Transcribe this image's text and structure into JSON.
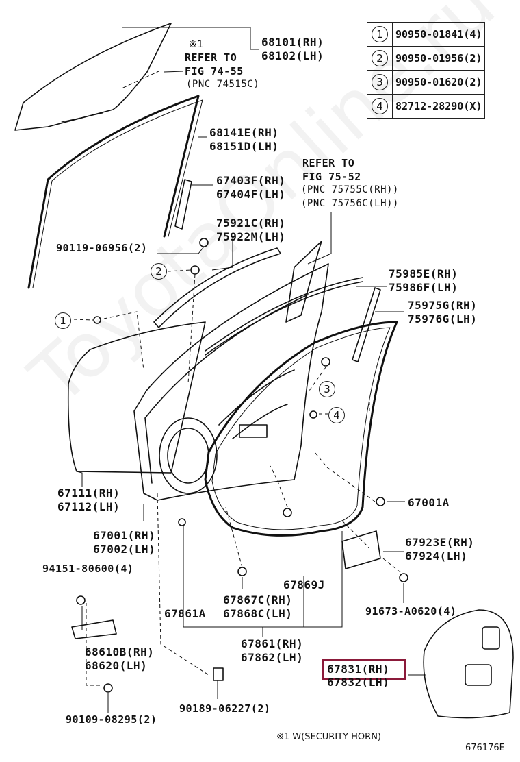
{
  "watermark": "ToyotaOnline.ru",
  "callouts": {
    "glass_rh": "68101(RH)",
    "glass_lh": "68102(LH)",
    "note_mark": "※1",
    "refer1_a": "REFER TO",
    "refer1_b": "FIG 74-55",
    "refer1_c": "(PNC 74515C)",
    "run_rh": "68141E(RH)",
    "run_lh": "68151D(LH)",
    "refer2_a": "REFER TO",
    "refer2_b": "FIG 75-52",
    "refer2_c": "(PNC 75755C(RH))",
    "refer2_d": "(PNC 75756C(LH))",
    "sash_rh": "67403F(RH)",
    "sash_lh": "67404F(LH)",
    "mould_rh": "75921C(RH)",
    "mould_lh": "75922M(LH)",
    "screw": "90119-06956(2)",
    "belt_rh": "75985E(RH)",
    "belt_lh": "75986F(LH)",
    "belt2_rh": "75975G(RH)",
    "belt2_lh": "75976G(LH)",
    "panel_rh": "67111(RH)",
    "panel_lh": "67112(LH)",
    "door_rh": "67001(RH)",
    "door_lh": "67002(LH)",
    "plug": "67001A",
    "hinge_rh": "67923E(RH)",
    "hinge_lh": "67924(LH)",
    "bolt1": "94151-80600(4)",
    "clip": "67869J",
    "wst_rh": "67867C(RH)",
    "wst_lh": "67868C(LH)",
    "seal": "67861A",
    "ws_rh": "67861(RH)",
    "ws_lh": "67862(LH)",
    "check_rh": "68610B(RH)",
    "check_lh": "68620(LH)",
    "bolt2": "91673-A0620(4)",
    "bolt3": "90109-08295(2)",
    "bolt4": "90189-06227(2)",
    "pad_rh": "67831(RH)",
    "pad_lh": "67832(LH)",
    "footnote": "※1 W(SECURITY HORN)",
    "figno": "676176E"
  },
  "markers": [
    "1",
    "2",
    "3",
    "4"
  ],
  "legend": [
    {
      "num": "1",
      "part": "90950-01841(4)"
    },
    {
      "num": "2",
      "part": "90950-01956(2)"
    },
    {
      "num": "3",
      "part": "90950-01620(2)"
    },
    {
      "num": "4",
      "part": "82712-28290(X)"
    }
  ],
  "highlight_color": "#8b1a3a"
}
